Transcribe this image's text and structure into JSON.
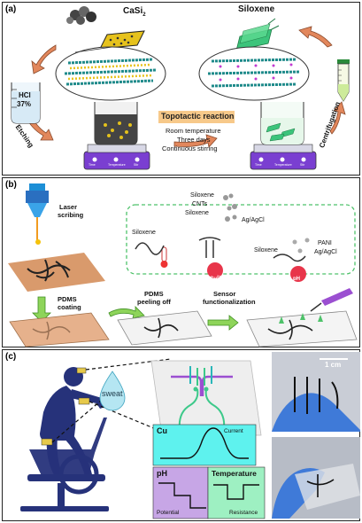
{
  "panel_a": {
    "label": "(a)",
    "casi2": "CaSi",
    "casi2_sub": "2",
    "siloxene": "Siloxene",
    "hcl_line1": "HCl",
    "hcl_line2": "37%",
    "etching": "Etching",
    "centrifugation": "Centrifugation",
    "reaction_title": "Topotactic reaction",
    "reaction_l1": "Room temperature",
    "reaction_l2": "Three days",
    "reaction_l3": "Continuous stirring",
    "stirrer_labels": [
      "Time",
      "Temperature",
      "Stir"
    ]
  },
  "panel_b": {
    "label": "(b)",
    "laser_l1": "Laser",
    "laser_l2": "scribing",
    "pdms_coat_l1": "PDMS",
    "pdms_coat_l2": "coating",
    "peel_l1": "PDMS",
    "peel_l2": "peeling off",
    "func_l1": "Sensor",
    "func_l2": "functionalization",
    "siloxene_temp": "Siloxene",
    "top_siloxene1": "Siloxene",
    "top_cnts": "CNTs",
    "top_siloxene2": "Siloxene",
    "ag1": "Ag/AgCl",
    "cu": "Cu",
    "cu_sup": "2+",
    "pani": "PANI",
    "siloxene_ph": "Siloxene",
    "ag2": "Ag/AgCl",
    "ph": "pH"
  },
  "panel_c": {
    "label": "(c)",
    "sweat": "sweat",
    "cu_label": "Cu",
    "current": "Current",
    "ph_label": "pH",
    "potential": "Potential",
    "temp_label": "Temperature",
    "resistance": "Resistance",
    "scale": "1 cm",
    "colors": {
      "cu_box": "#5ef2ee",
      "ph_box": "#c7a6e6",
      "temp_box": "#9ef0c2",
      "rider": "#26327a"
    }
  }
}
